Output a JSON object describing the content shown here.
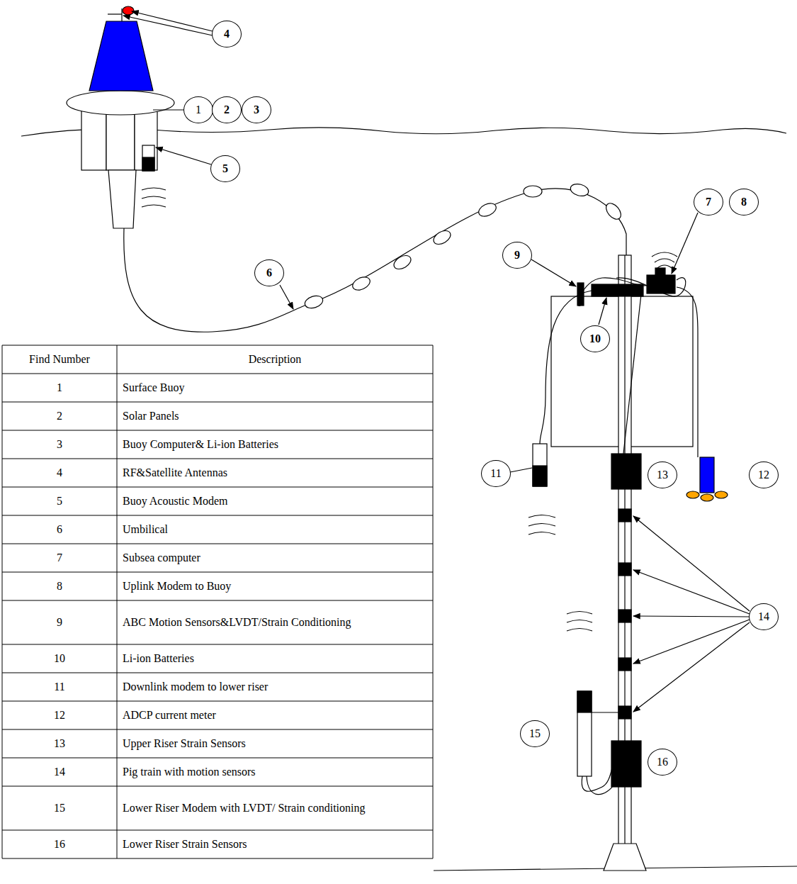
{
  "diagram": {
    "nodes": [
      {
        "text": [
          "4"
        ]
      },
      {
        "text": [
          "1"
        ]
      },
      {
        "text": [
          "2"
        ]
      },
      {
        "text": [
          "3"
        ]
      },
      {
        "text": [
          "5"
        ]
      },
      {
        "text": [
          "7"
        ]
      },
      {
        "text": [
          "8"
        ]
      },
      {
        "text": [
          "6"
        ]
      },
      {
        "text": [
          "9"
        ]
      },
      {
        "text": [
          "10"
        ]
      },
      {
        "text": [
          "11"
        ]
      },
      {
        "text": [
          "13"
        ]
      },
      {
        "text": [
          "12"
        ]
      },
      {
        "text": [
          "14"
        ]
      },
      {
        "text": [
          "15"
        ]
      },
      {
        "text": [
          "16"
        ]
      }
    ],
    "labels": [
      "Find Number",
      "Description",
      "1",
      "Surface Buoy",
      "2",
      "Solar Panels",
      "3",
      "Buoy Computer& Li-ion Batteries",
      "4",
      "RF&Satellite Antennas",
      "5",
      "Buoy Acoustic Modem",
      "6",
      "Umbilical",
      "7",
      "Subsea computer",
      "8",
      "Uplink Modem to Buoy",
      "9",
      "ABC Motion Sensors&LVDT/Strain Conditioning",
      "10",
      "Li-ion Batteries",
      "11",
      "Downlink modem to lower riser",
      "12",
      "ADCP current meter",
      "13",
      "Upper Riser Strain Sensors",
      "14",
      "Pig train with motion sensors",
      "15",
      "Lower Riser Modem with LVDT/ Strain conditioning",
      "16",
      "Lower Riser Strain Sensors"
    ]
  }
}
